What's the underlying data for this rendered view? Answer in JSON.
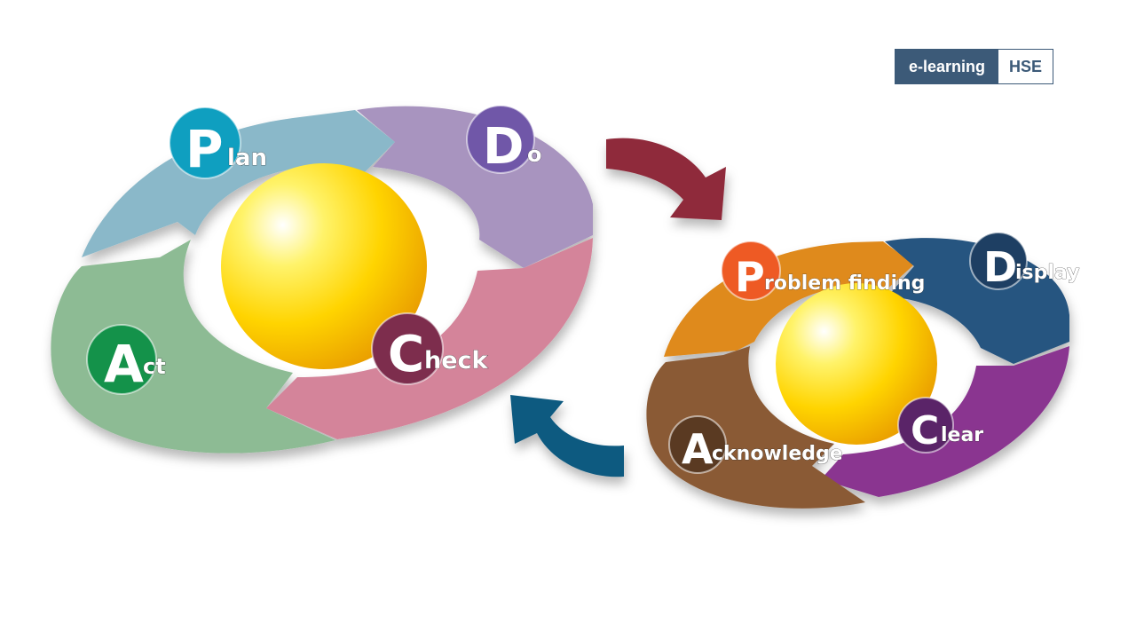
{
  "badge": {
    "left": "e-learning",
    "right": "HSE"
  },
  "pdca": {
    "plan": {
      "initial": "P",
      "rest": "lan",
      "color": "#8ab8c9",
      "circle": "#0f9fc0"
    },
    "do": {
      "initial": "D",
      "rest": "o",
      "color": "#a894bf",
      "circle": "#7057a8"
    },
    "check": {
      "initial": "C",
      "rest": "heck",
      "color": "#d4849a",
      "circle": "#7d2d4d"
    },
    "act": {
      "initial": "A",
      "rest": "ct",
      "color": "#8dbb94",
      "circle": "#14924a"
    }
  },
  "pdca_cycle": {
    "problem": {
      "initial": "P",
      "rest": "roblem finding",
      "color": "#df8a1e",
      "circle": "#ee5a24"
    },
    "display": {
      "initial": "D",
      "rest": "isplay",
      "color": "#285480",
      "circle": "#1e3f63"
    },
    "clear": {
      "initial": "C",
      "rest": "lear",
      "color": "#8a3590",
      "circle": "#5a2468"
    },
    "acknowledge": {
      "initial": "A",
      "rest": "cknowledge",
      "color": "#8a5a36",
      "circle": "#5a3a22"
    }
  },
  "arrows": {
    "forward_color": "#8f2a3a",
    "back_color": "#0f5a80"
  },
  "sphere_color": "#ffe400"
}
